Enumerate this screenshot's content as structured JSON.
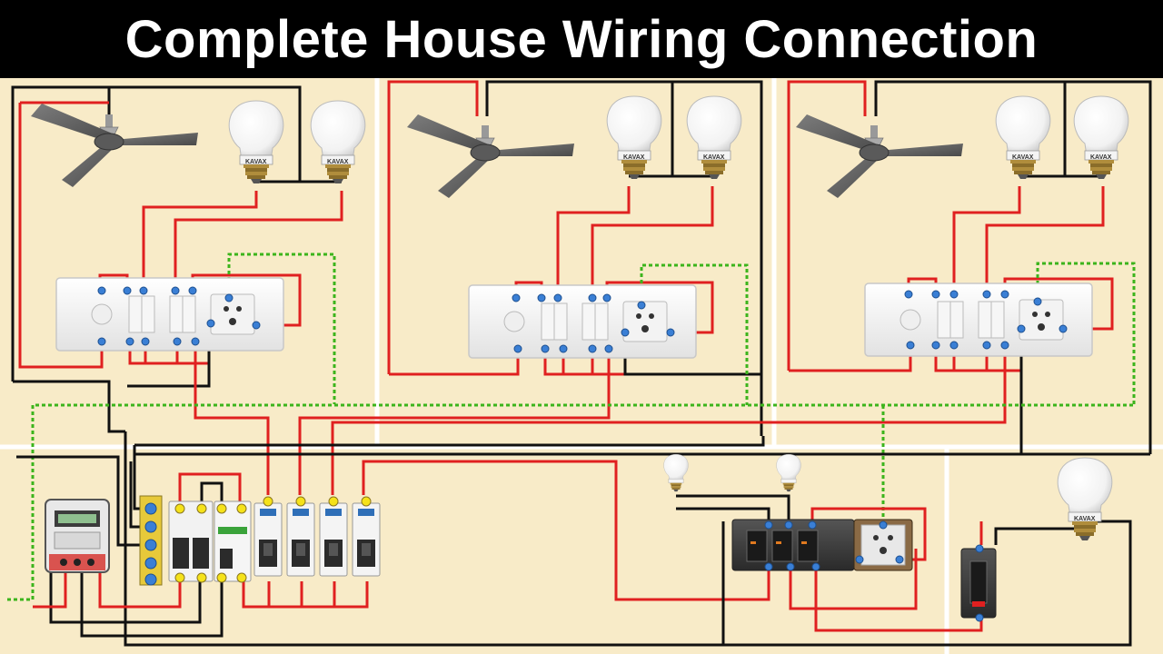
{
  "title": "Complete House Wiring Connection",
  "bulb_brand": "KAVAX",
  "colors": {
    "background": "#f8ebc8",
    "title_bar": "#000000",
    "title_text": "#ffffff",
    "phase_wire": "#e02020",
    "neutral_wire": "#111111",
    "earth_wire": "#3cb41c",
    "terminal": "#3a7fd5",
    "mcb_terminal": "#f5e21a",
    "room_divider": "#ffffff"
  },
  "rooms": [
    {
      "id": "room-1",
      "fan": 1,
      "bulbs": 2,
      "switchboard": "1 regulator, 4 switches, 1 socket"
    },
    {
      "id": "room-2",
      "fan": 1,
      "bulbs": 2,
      "switchboard": "1 regulator, 4 switches, 1 socket"
    },
    {
      "id": "room-3",
      "fan": 1,
      "bulbs": 2,
      "switchboard": "1 regulator, 4 switches, 1 socket"
    },
    {
      "id": "room-4",
      "fan": 0,
      "bulbs": 2,
      "switchboard": "3 switches, 1 socket"
    },
    {
      "id": "room-5",
      "fan": 0,
      "bulbs": 1,
      "switchboard": "1 switch"
    }
  ],
  "distribution": {
    "energy_meter": "single-phase energy meter",
    "busbar_terminals": 5,
    "double_pole_mcb": 1,
    "rccb": 1,
    "single_pole_mcbs": 4
  }
}
